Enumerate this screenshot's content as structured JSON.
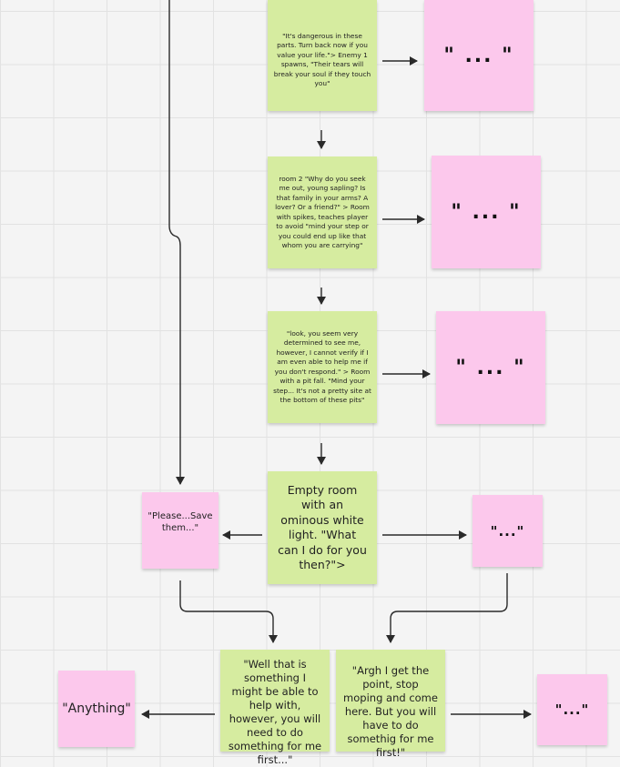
{
  "notes": {
    "room1_text": "\"It's dangerous in these parts. Turn back now if you value your life.\"> Enemy 1 spawns, \"Their tears will break your soul if they touch you\"",
    "room1_reply": "\" ... \"",
    "room2_text": "room 2 \"Why do you seek me out, young sapling? Is that family in your arms? A lover? Or a friend?\" > Room with spikes, teaches player to avoid \"mind your step or you could end up like that whom you are carrying\"",
    "room2_reply": "\" ... \"",
    "room3_text": "\"look, you seem very determined to see me, however, I cannot verify if I am even able to help me if you don't respond.\" > Room with a pit fall. \"Mind your step... It's not a pretty site at the bottom of these pits\"",
    "room3_reply": "\" ... \"",
    "empty_room_text": "Empty room with an ominous white light. \"What can I do for you then?\">",
    "empty_room_reply": "\"...\"",
    "save_them_text": "\"Please...Save them...\"",
    "well_that_text": "\"Well that is something I might be able to help with, however, you will need to do something for me first...\"",
    "argh_text": "\"Argh I get the point, stop moping and come here. But you will have to do somethig for me first!\"",
    "anything_text": "\"Anything\"",
    "final_reply": "\"...\""
  },
  "colors": {
    "green_note": "#d6eca0",
    "pink_note": "#fcc8ec",
    "connector": "#2a2a2a",
    "grid": "#e2e2e2",
    "background": "#f4f4f4"
  }
}
